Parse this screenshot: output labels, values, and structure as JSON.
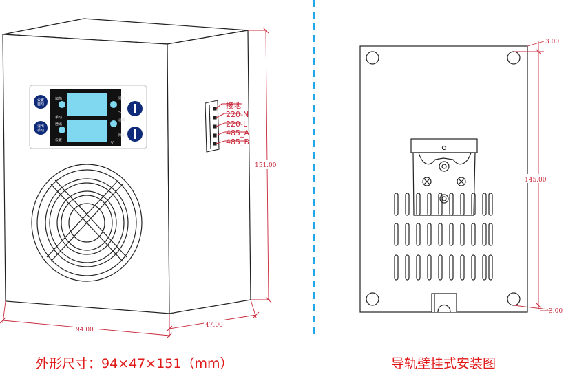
{
  "colors": {
    "outline": "#222222",
    "dimension_line": "#c8283a",
    "divider": "#22a8e8",
    "caption": "#e01818",
    "display_screen": "#7fd8f0",
    "display_bezel": "#111111",
    "button_blue": "#0f2a78"
  },
  "panel": {
    "btn_top_left": "设置\n自动",
    "btn_bottom_left": "退出\n手动",
    "inner_labels": [
      "加热",
      "手动",
      "运行",
      "%",
      "温度",
      "通讯",
      "设置",
      "除湿",
      "℃"
    ]
  },
  "terminals": {
    "labels": [
      "接地",
      "220-N",
      "220-L",
      "485_A",
      "485_B"
    ]
  },
  "dims": {
    "width": "94.00",
    "depth": "47.00",
    "height": "151.00",
    "plate_height": "145.00",
    "margin_top": "3.00",
    "margin_bottom": "3.00"
  },
  "captions": {
    "left": "外形尺寸：94×47×151（mm）",
    "right": "导轨壁挂式安装图"
  }
}
